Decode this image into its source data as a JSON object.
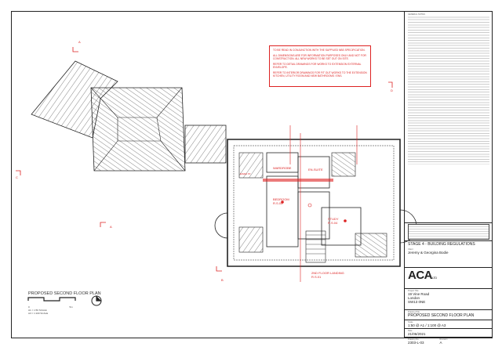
{
  "notes_box": [
    "TO BE READ IN CONJUNCTION WITH THE SUPPLIED NBS SPECIFICATION.",
    "ALL DIMENSIONS ARE FOR INFORMATION PURPOSES ONLY AND NOT FOR CONSTRUCTION. ALL NEW WORKS TO BE SET OUT ON SITE.",
    "REFER TO DETAIL DRAWINGS FOR WORKS TO EXTENSION EXTERNAL ENVELOPE.",
    "REFER TO INTERIOR DRAWINGS FOR FIT OUT WORKS TO THE EXTENSION KITCHEN, UTILITY ROOM AND NEW BATHROOMS / ENS."
  ],
  "rooms": {
    "wardrobe": "WARDROBE",
    "ensuite": "EN-SUITE",
    "bedroom": "BEDROOM",
    "bedroom_ref": "R.S.03",
    "study": "STUDY",
    "study_ref": "R.S.04",
    "landing": "2ND FLOOR LANDING",
    "landing_ref": "R.S.01",
    "eaves": "EAVES ST."
  },
  "section_markers": {
    "a": "A",
    "b": "B",
    "c": "C",
    "d": "D"
  },
  "drawing_title": "PROPOSED SECOND FLOOR PLAN",
  "scale_text": [
    "A1 = 1:50 SCALE",
    "A3 = 1:100 SCALE"
  ],
  "scale_bar": {
    "start": "0",
    "end": "5m"
  },
  "title_block": {
    "notes_heading": "GENERAL NOTES",
    "stage": "STAGE 4 - BUILDING REGULATIONS",
    "client_label": "Client",
    "client": "Jeremy & Georgina Bodie",
    "company": "ACA",
    "company_suffix": "LTD",
    "address_label": "Project Title",
    "address": [
      "19 Vine Road",
      "London",
      "SW13 0NE"
    ],
    "drawing_label": "Drawing Title",
    "drawing_title": "PROPOSED SECOND FLOOR PLAN",
    "scale_label": "Scale",
    "scale": "1:50 @ A1 / 1:100 @ A3",
    "date_label": "Date",
    "date": "21/06/2021",
    "drawing_no_label": "Drawing No.",
    "drawing_no": "2303-L-03",
    "revision_label": "Revision",
    "revision": "A"
  }
}
